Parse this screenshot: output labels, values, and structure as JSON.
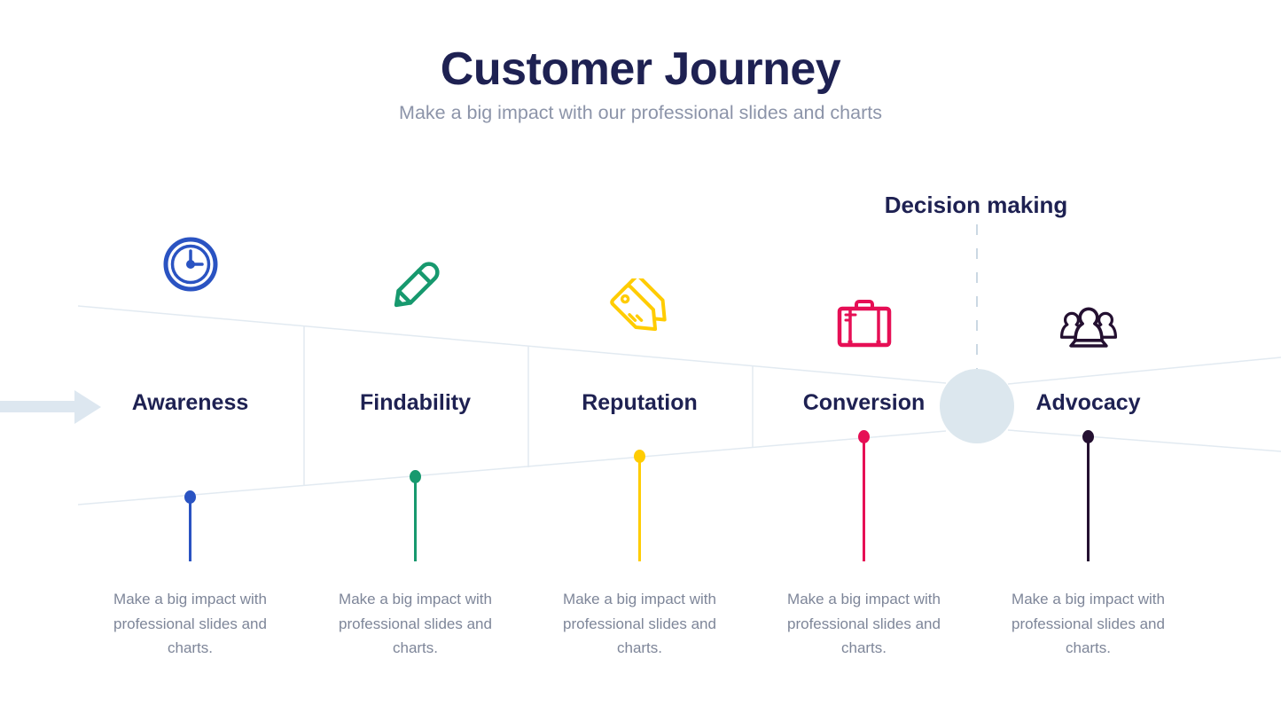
{
  "header": {
    "title": "Customer Journey",
    "subtitle": "Make a big impact with our professional slides and charts"
  },
  "decision": {
    "label": "Decision making"
  },
  "stages": [
    {
      "label": "Awareness",
      "icon": "clock-icon",
      "color": "#2a53c2",
      "description": "Make a big impact with professional slides and charts."
    },
    {
      "label": "Findability",
      "icon": "pencil-icon",
      "color": "#17996e",
      "description": "Make a big impact with professional slides and charts."
    },
    {
      "label": "Reputation",
      "icon": "tags-icon",
      "color": "#ffcc02",
      "description": "Make a big impact with professional slides and charts."
    },
    {
      "label": "Conversion",
      "icon": "briefcase-icon",
      "color": "#e60f55",
      "description": "Make a big impact with professional slides and charts."
    },
    {
      "label": "Advocacy",
      "icon": "people-icon",
      "color": "#241031",
      "description": "Make a big impact with professional slides and charts."
    }
  ],
  "graphic": {
    "funnel_line_color": "#e2eaf1",
    "circle_color": "#dce7ee",
    "arrow_color": "#dde7f0",
    "dashed_line_color": "#cbd8e3",
    "title_color": "#1e2152",
    "muted_text_color": "#8c94a9",
    "description_text_color": "#7e8699"
  }
}
